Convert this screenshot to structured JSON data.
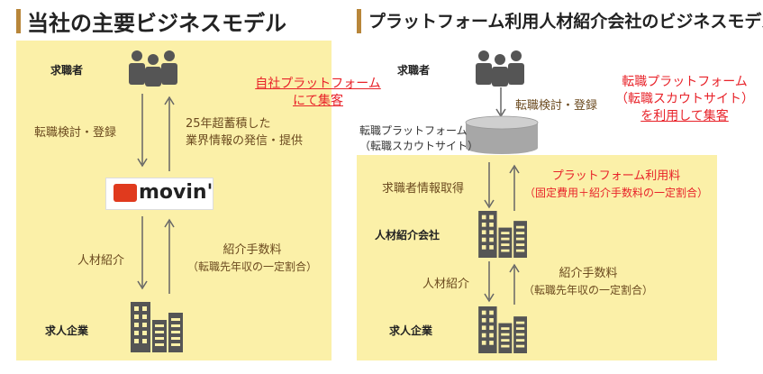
{
  "left": {
    "title": "当社の主要ビジネスモデル",
    "job_seeker": "求職者",
    "red_note_line1": "自社プラットフォーム",
    "red_note_line2": "にて集客",
    "down_label": "転職検討・登録",
    "up_label_line1": "25年超蓄積した",
    "up_label_line2": "業界情報の発信・提供",
    "logo_text": "movin'",
    "referral": "人材紹介",
    "fee_line1": "紹介手数料",
    "fee_line2": "（転職先年収の一定割合）",
    "company": "求人企業"
  },
  "right": {
    "title": "プラットフォーム利用人材紹介会社のビジネスモデル",
    "job_seeker": "求職者",
    "red_note_line1": "転職プラットフォーム",
    "red_note_line2": "（転職スカウトサイト）",
    "red_note_line3": "を利用して集客",
    "down_label": "転職検討・登録",
    "platform_line1": "転職プラットフォーム",
    "platform_line2": "（転職スカウトサイト）",
    "info_label": "求職者情報取得",
    "fee_red_line1": "プラットフォーム利用料",
    "fee_red_line2": "（固定費用＋紹介手数料の一定割合）",
    "agency": "人材紹介会社",
    "referral": "人材紹介",
    "fee_line1": "紹介手数料",
    "fee_line2": "（転職先年収の一定割合）",
    "company": "求人企業"
  },
  "colors": {
    "panel": "#fbf0a8",
    "accent_bar": "#b8863a",
    "label_brown": "#6b4a1f",
    "red": "#e8232a",
    "icon_gray": "#555555"
  }
}
